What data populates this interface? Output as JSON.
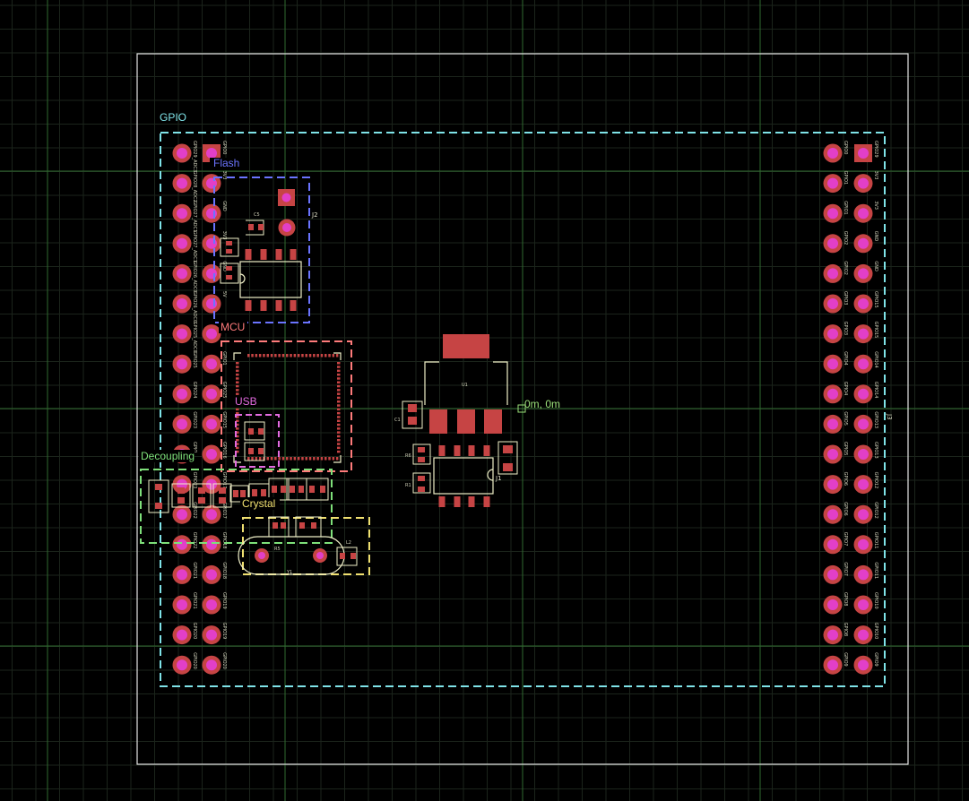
{
  "colors": {
    "background": "#000000",
    "grid_minor": "#1f2a1f",
    "grid_major": "#2f6a2f",
    "board_outline": "#e6e6e6",
    "pad": "#c64444",
    "pin_fill": "#e23fc8",
    "silkscreen": "#f0f0c8",
    "origin_label": "#9be07a"
  },
  "origin_label": "0m, 0m",
  "groups": {
    "gpio": {
      "label": "GPIO",
      "color": "#7fe3e8"
    },
    "flash": {
      "label": "Flash",
      "color": "#6b74ff"
    },
    "mcu": {
      "label": "MCU",
      "color": "#ff7b7b"
    },
    "usb": {
      "label": "USB",
      "color": "#e36be0"
    },
    "decoupling": {
      "label": "Decoupling",
      "color": "#7ee07a"
    },
    "crystal": {
      "label": "Crystal",
      "color": "#f0e070"
    }
  },
  "designators": {
    "j2": "J2",
    "j3": "J3",
    "u1": "U1",
    "j1": "J1",
    "y1": "Y1",
    "c5": "C5",
    "c1": "C1",
    "r6": "R6",
    "r1": "R1",
    "l2": "L2",
    "r5": "R5"
  },
  "left_outer_labels": [
    "GPIO29_ADC3",
    "GPIO28_ADC2",
    "GPIO27_ADC1",
    "GPIO27_ADC1",
    "GPIO26_ADC0",
    "GPIO26_ADC0",
    "GPIO25_ADC0",
    "GPIO25",
    "GPIO24",
    "GPIO23",
    "GPIO",
    "GPIO23",
    "GPIO22",
    "GPIO22",
    "GPIO21",
    "GPIO21",
    "GPIO20",
    "GPIO20"
  ],
  "left_inner_labels": [
    "GPIO0",
    "3V3",
    "GND",
    "3V3",
    "GND",
    "5V",
    "5V",
    "GPIO1",
    "GPIO25",
    "GPIO15",
    "GPIO16",
    "GPIO17",
    "GPIO17",
    "GPIO18",
    "GPIO18",
    "GPIO19",
    "GPIO19",
    "GPIO20"
  ],
  "right_outer_labels": [
    "GPIO0",
    "GPIO1",
    "GPIO1",
    "GPIO2",
    "GPIO2",
    "GPIO3",
    "GPIO3",
    "GPIO4",
    "GPIO4",
    "GPIO5",
    "GPIO5",
    "GPIO6",
    "GPIO6",
    "GPIO7",
    "GPIO7",
    "GPIO8",
    "GPIO8",
    "GPIO9"
  ],
  "right_inner_labels": [
    "GPIO29",
    "3V3",
    "3V3",
    "GND",
    "GND",
    "GPIO15",
    "GPIO15",
    "GPIO14",
    "GPIO14",
    "GPIO13",
    "GPIO13",
    "GPIO12",
    "GPIO12",
    "GPIO11",
    "GPIO11",
    "GPIO10",
    "GPIO10",
    "GPIO9"
  ]
}
